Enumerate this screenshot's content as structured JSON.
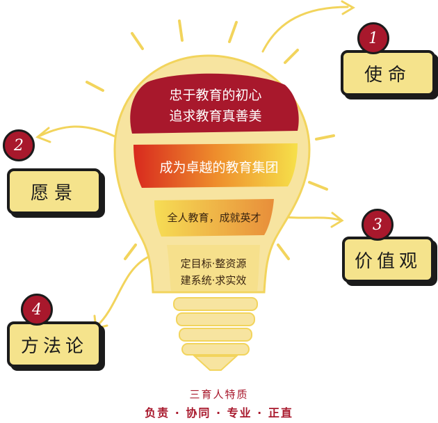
{
  "bulb": {
    "band1_line1": "忠于教育的初心",
    "band1_line2": "追求教育真善美",
    "band2": "成为卓越的教育集团",
    "band3": "全人教育，成就英才",
    "band4_line1": "定目标·整资源",
    "band4_line2": "建系统·求实效"
  },
  "cards": [
    {
      "number": "1",
      "label": "使命"
    },
    {
      "number": "2",
      "label": "愿景"
    },
    {
      "number": "3",
      "label": "价值观"
    },
    {
      "number": "4",
      "label": "方法论"
    }
  ],
  "footer": {
    "title": "三育人特质",
    "traits": "负责 · 协同 · 专业 · 正直"
  },
  "colors": {
    "crimson": "#a8182c",
    "bulb_yellow": "#f7e4a0",
    "card_yellow": "#f5e38c",
    "ink": "#1b1b1b"
  }
}
